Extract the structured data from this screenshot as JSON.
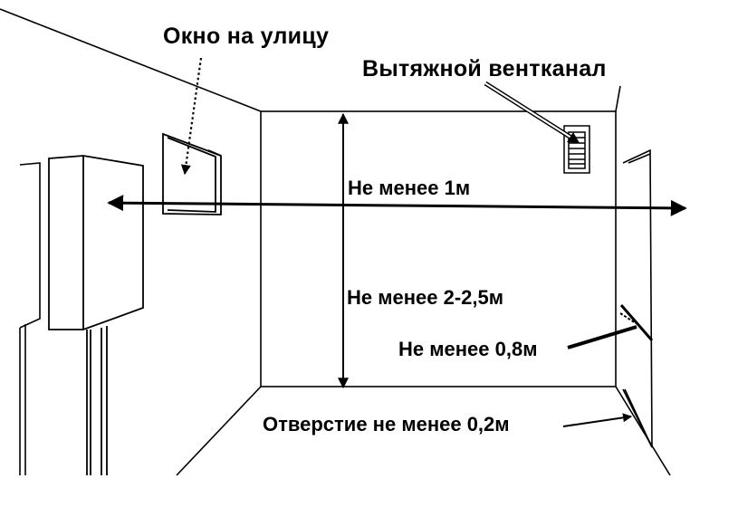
{
  "diagram": {
    "labels": {
      "window": "Окно на улицу",
      "vent": "Вытяжной вентканал",
      "horizontal_distance": "Не менее 1м",
      "ceiling_height": "Не менее 2-2,5м",
      "door_width": "Не менее 0,8м",
      "opening": "Отверстие не менее 0,2м"
    },
    "colors": {
      "line": "#000000",
      "background": "#ffffff"
    }
  }
}
